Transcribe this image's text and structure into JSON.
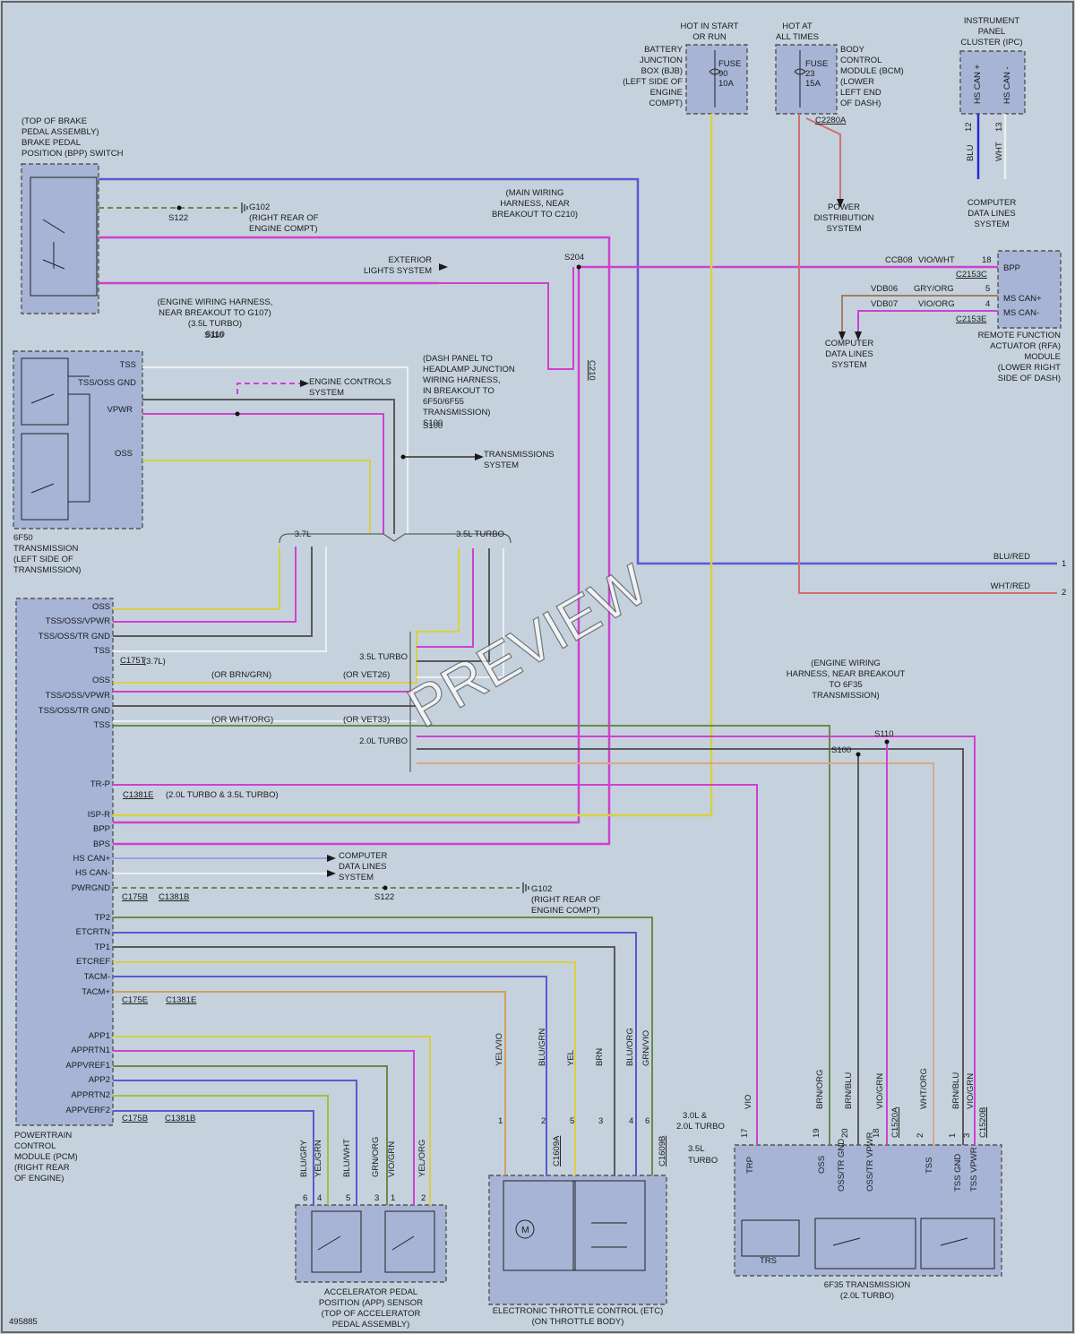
{
  "diagram_id": "495885",
  "watermark": "PREVIEW",
  "components": {
    "bpp": {
      "lines": [
        "(TOP OF BRAKE",
        "PEDAL ASSEMBLY)",
        "BRAKE PEDAL",
        "POSITION (BPP) SWITCH"
      ]
    },
    "trans6f50": {
      "lines": [
        "6F50",
        "TRANSMISSION",
        "(LEFT SIDE OF",
        "TRANSMISSION)"
      ],
      "pins": [
        "TSS",
        "TSS/OSS GND",
        "VPWR",
        "OSS"
      ]
    },
    "bjb": {
      "hot": [
        "HOT IN START",
        "OR RUN"
      ],
      "lines": [
        "BATTERY",
        "JUNCTION",
        "BOX (BJB)",
        "(LEFT SIDE OF",
        "ENGINE",
        "COMPT)"
      ],
      "fuse": [
        "FUSE",
        "90",
        "10A"
      ]
    },
    "bcm": {
      "hot": [
        "HOT AT",
        "ALL TIMES"
      ],
      "lines": [
        "BODY",
        "CONTROL",
        "MODULE (BCM)",
        "(LOWER",
        "LEFT END",
        "OF DASH)"
      ],
      "fuse": [
        "FUSE",
        "23",
        "15A"
      ],
      "connector": "C2280A"
    },
    "ipc": {
      "lines": [
        "INSTRUMENT",
        "PANEL",
        "CLUSTER (IPC)"
      ],
      "pins": [
        "HS CAN +",
        "HS CAN -"
      ],
      "pin_nums": [
        "12",
        "13"
      ],
      "wires": [
        "BLU",
        "WHT"
      ],
      "dest": [
        "COMPUTER",
        "DATA LINES",
        "SYSTEM"
      ]
    },
    "rfa": {
      "lines": [
        "REMOTE FUNCTION",
        "ACTUATOR (RFA)",
        "MODULE",
        "(LOWER RIGHT",
        "SIDE OF DASH)"
      ],
      "pins": [
        "BPP",
        "MS CAN+",
        "MS CAN-"
      ],
      "connectors": [
        "C2153C",
        "C2153E"
      ],
      "circuits": [
        "CCB08",
        "VDB06",
        "VDB07"
      ],
      "colors": [
        "VIO/WHT",
        "GRY/ORG",
        "VIO/ORG"
      ],
      "pin_nums": [
        "18",
        "5",
        "4"
      ]
    },
    "pcm": {
      "lines": [
        "POWERTRAIN",
        "CONTROL",
        "MODULE (PCM)",
        "(RIGHT REAR",
        "OF ENGINE)"
      ],
      "pins_a": [
        "OSS",
        "TSS/OSS/VPWR",
        "TSS/OSS/TR GND",
        "TSS"
      ],
      "pins_b": [
        "OSS",
        "TSS/OSS/VPWR",
        "TSS/OSS/TR GND",
        "TSS"
      ],
      "pins_c": [
        "TR-P",
        "ISP-R",
        "BPP",
        "BPS",
        "HS CAN+",
        "HS CAN-",
        "PWRGND"
      ],
      "pins_d": [
        "TP2",
        "ETCRTN",
        "TP1",
        "ETCREF",
        "TACM-",
        "TACM+"
      ],
      "pins_e": [
        "APP1",
        "APPRTN1",
        "APPVREF1",
        "APP2",
        "APPRTN2",
        "APPVERF2"
      ]
    },
    "app": {
      "lines": [
        "ACCELERATOR PEDAL",
        "POSITION (APP) SENSOR",
        "(TOP OF ACCELERATOR",
        "PEDAL ASSEMBLY)"
      ],
      "wires": [
        "BLU/GRY",
        "YEL/GRN",
        "BLU/WHT",
        "GRN/ORG",
        "VIO/GRN",
        "YEL/ORG"
      ],
      "pin_nums": [
        "6",
        "4",
        "5",
        "3",
        "1",
        "2"
      ]
    },
    "etc": {
      "lines": [
        "ELECTRONIC THROTTLE CONTROL (ETC)",
        "(ON THROTTLE BODY)"
      ],
      "wires": [
        "YEL/VIO",
        "BLU/GRN",
        "YEL",
        "BRN",
        "BLU/ORG",
        "GRN/VIO"
      ],
      "pin_nums": [
        "1",
        "2",
        "5",
        "3",
        "4",
        "6"
      ],
      "connectors": [
        "C1609A",
        "C1609B"
      ],
      "notes": [
        "3.0L &",
        "2.0L TURBO",
        "3.5L",
        "TURBO"
      ],
      "motor": "M"
    },
    "trans6f35": {
      "lines": [
        "6F35 TRANSMISSION",
        "(2.0L TURBO)"
      ],
      "pins": [
        "TRP",
        "OSS",
        "OSS/TR GND",
        "OSS/TR VPWR",
        "TSS",
        "TSS GND",
        "TSS VPWR"
      ],
      "trs": "TRS",
      "wires": [
        "VIO",
        "BRN/ORG",
        "BRN/BLU",
        "VIO/GRN",
        "WHT/ORG",
        "BRN/BLU",
        "VIO/GRN"
      ],
      "pin_nums": [
        "17",
        "19",
        "20",
        "18",
        "2",
        "1",
        "3"
      ],
      "connectors": [
        "C1520A",
        "C1520B"
      ]
    }
  },
  "labels": {
    "main_harness": [
      "(MAIN WIRING",
      "HARNESS, NEAR",
      "BREAKOUT TO C210)"
    ],
    "engine_harness_s110": [
      "(ENGINE WIRING HARNESS,",
      "NEAR BREAKOUT TO G107)",
      "(3.5L TURBO)",
      "S110"
    ],
    "dash_panel": [
      "(DASH PANEL TO",
      "HEADLAMP JUNCTION",
      "WIRING HARNESS,",
      "IN BREAKOUT TO",
      "6F50/6F55",
      "TRANSMISSION)",
      "S100"
    ],
    "engine_harness_6f35": [
      "(ENGINE WIRING",
      "HARNESS, NEAR BREAKOUT",
      "TO 6F35",
      "TRANSMISSION)"
    ],
    "exterior": [
      "EXTERIOR",
      "LIGHTS SYSTEM"
    ],
    "engine_controls": [
      "ENGINE CONTROLS",
      "SYSTEM"
    ],
    "transmissions": [
      "TRANSMISSIONS",
      "SYSTEM"
    ],
    "power_dist": [
      "POWER",
      "DISTRIBUTION",
      "SYSTEM"
    ],
    "cdl": [
      "COMPUTER",
      "DATA LINES",
      "SYSTEM"
    ],
    "g102": [
      "G102",
      "(RIGHT REAR OF",
      "ENGINE COMPT)"
    ],
    "splices": [
      "S122",
      "S204",
      "S110",
      "S100",
      "C210"
    ],
    "variants": [
      "3.7L",
      "3.5L TURBO",
      "2.0L TURBO",
      "(3.7L)",
      "(2.0L TURBO & 3.5L TURBO)",
      "2.0L TURBO &",
      "3.5L TURBO",
      "3.7L",
      "(OR BRN/GRN)",
      "(OR VET26)",
      "(OR WHT/ORG)",
      "(OR VET33)"
    ],
    "pcm_connectors": [
      "C175T",
      "C1381E",
      "C175B",
      "C1381B",
      "C175E",
      "C1381E",
      "C175B",
      "C1381B"
    ]
  },
  "exit_wires": [
    {
      "color": "BLU/RED",
      "num": "1"
    },
    {
      "color": "WHT/RED",
      "num": "2"
    }
  ],
  "wire_colors": {
    "blu_red": "#5a5ad0",
    "vio": "#d040d0",
    "yel": "#d8d040",
    "grn": "#6a8a4a",
    "brn": "#5a5a5a",
    "wht": "#e0e0e0",
    "org": "#d08050"
  }
}
